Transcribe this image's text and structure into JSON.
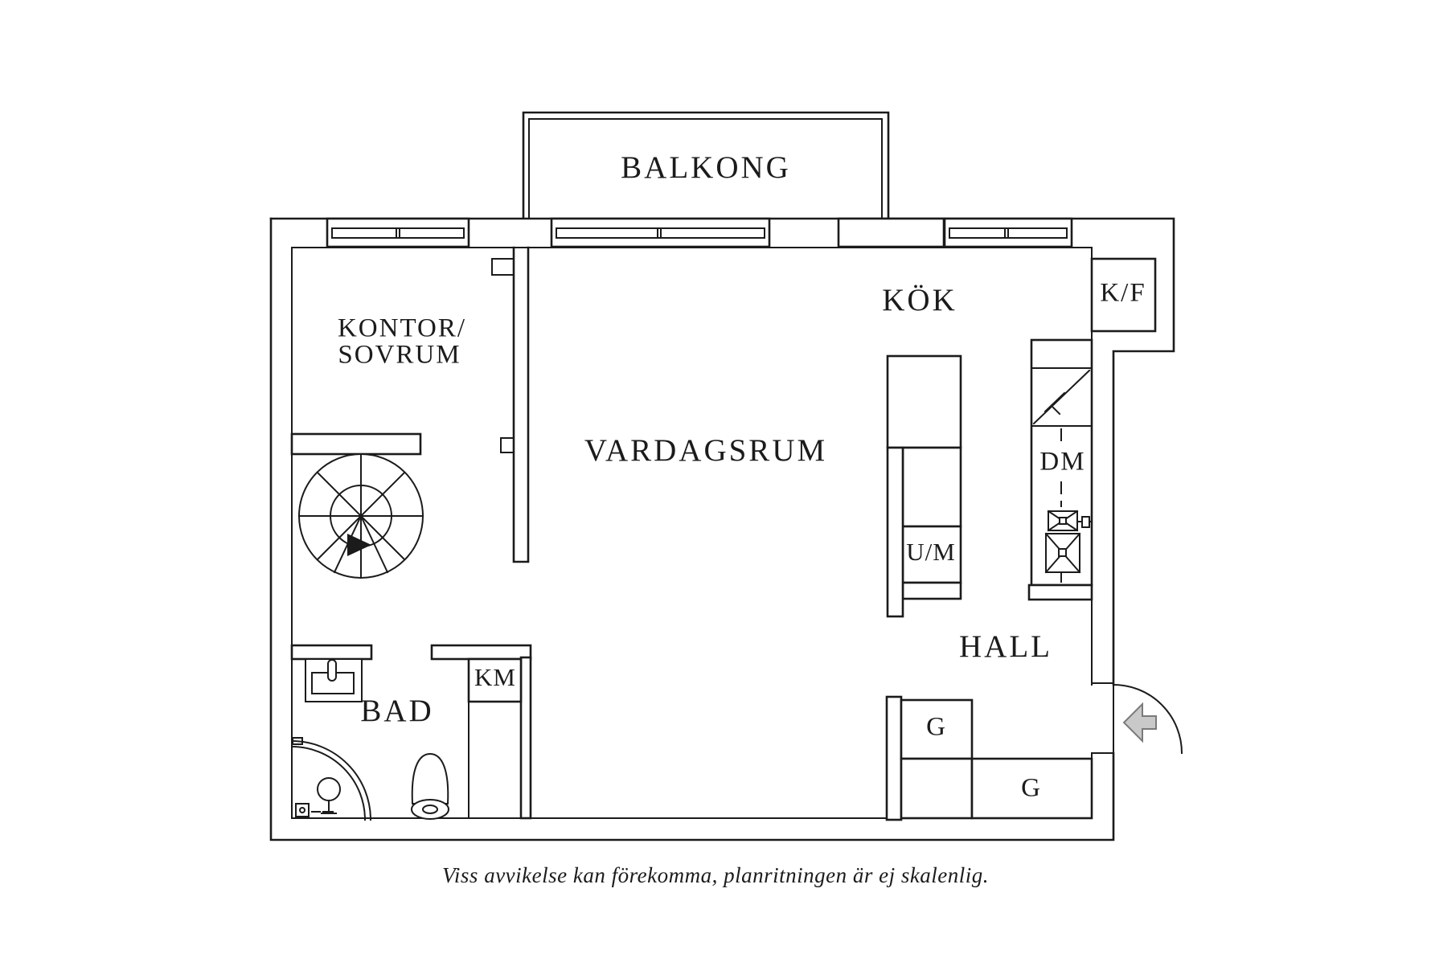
{
  "plan": {
    "rooms": {
      "balcony": "BALKONG",
      "office_bedroom_line1": "KONTOR/",
      "office_bedroom_line2": "SOVRUM",
      "living_room": "VARDAGSRUM",
      "kitchen": "KÖK",
      "hall": "HALL",
      "bathroom": "BAD"
    },
    "fixtures": {
      "fridge_freezer": "K/F",
      "dishwasher": "DM",
      "oven_microwave": "U/M",
      "washing_machine": "KM",
      "wardrobe_1": "G",
      "wardrobe_2": "G"
    },
    "disclaimer": "Viss avvikelse kan förekomma, planritningen är ej skalenlig.",
    "colors": {
      "line": "#1b1b1b",
      "background": "#ffffff",
      "arrow_fill": "#c9c9c9",
      "arrow_stroke": "#7a7a7a"
    }
  }
}
